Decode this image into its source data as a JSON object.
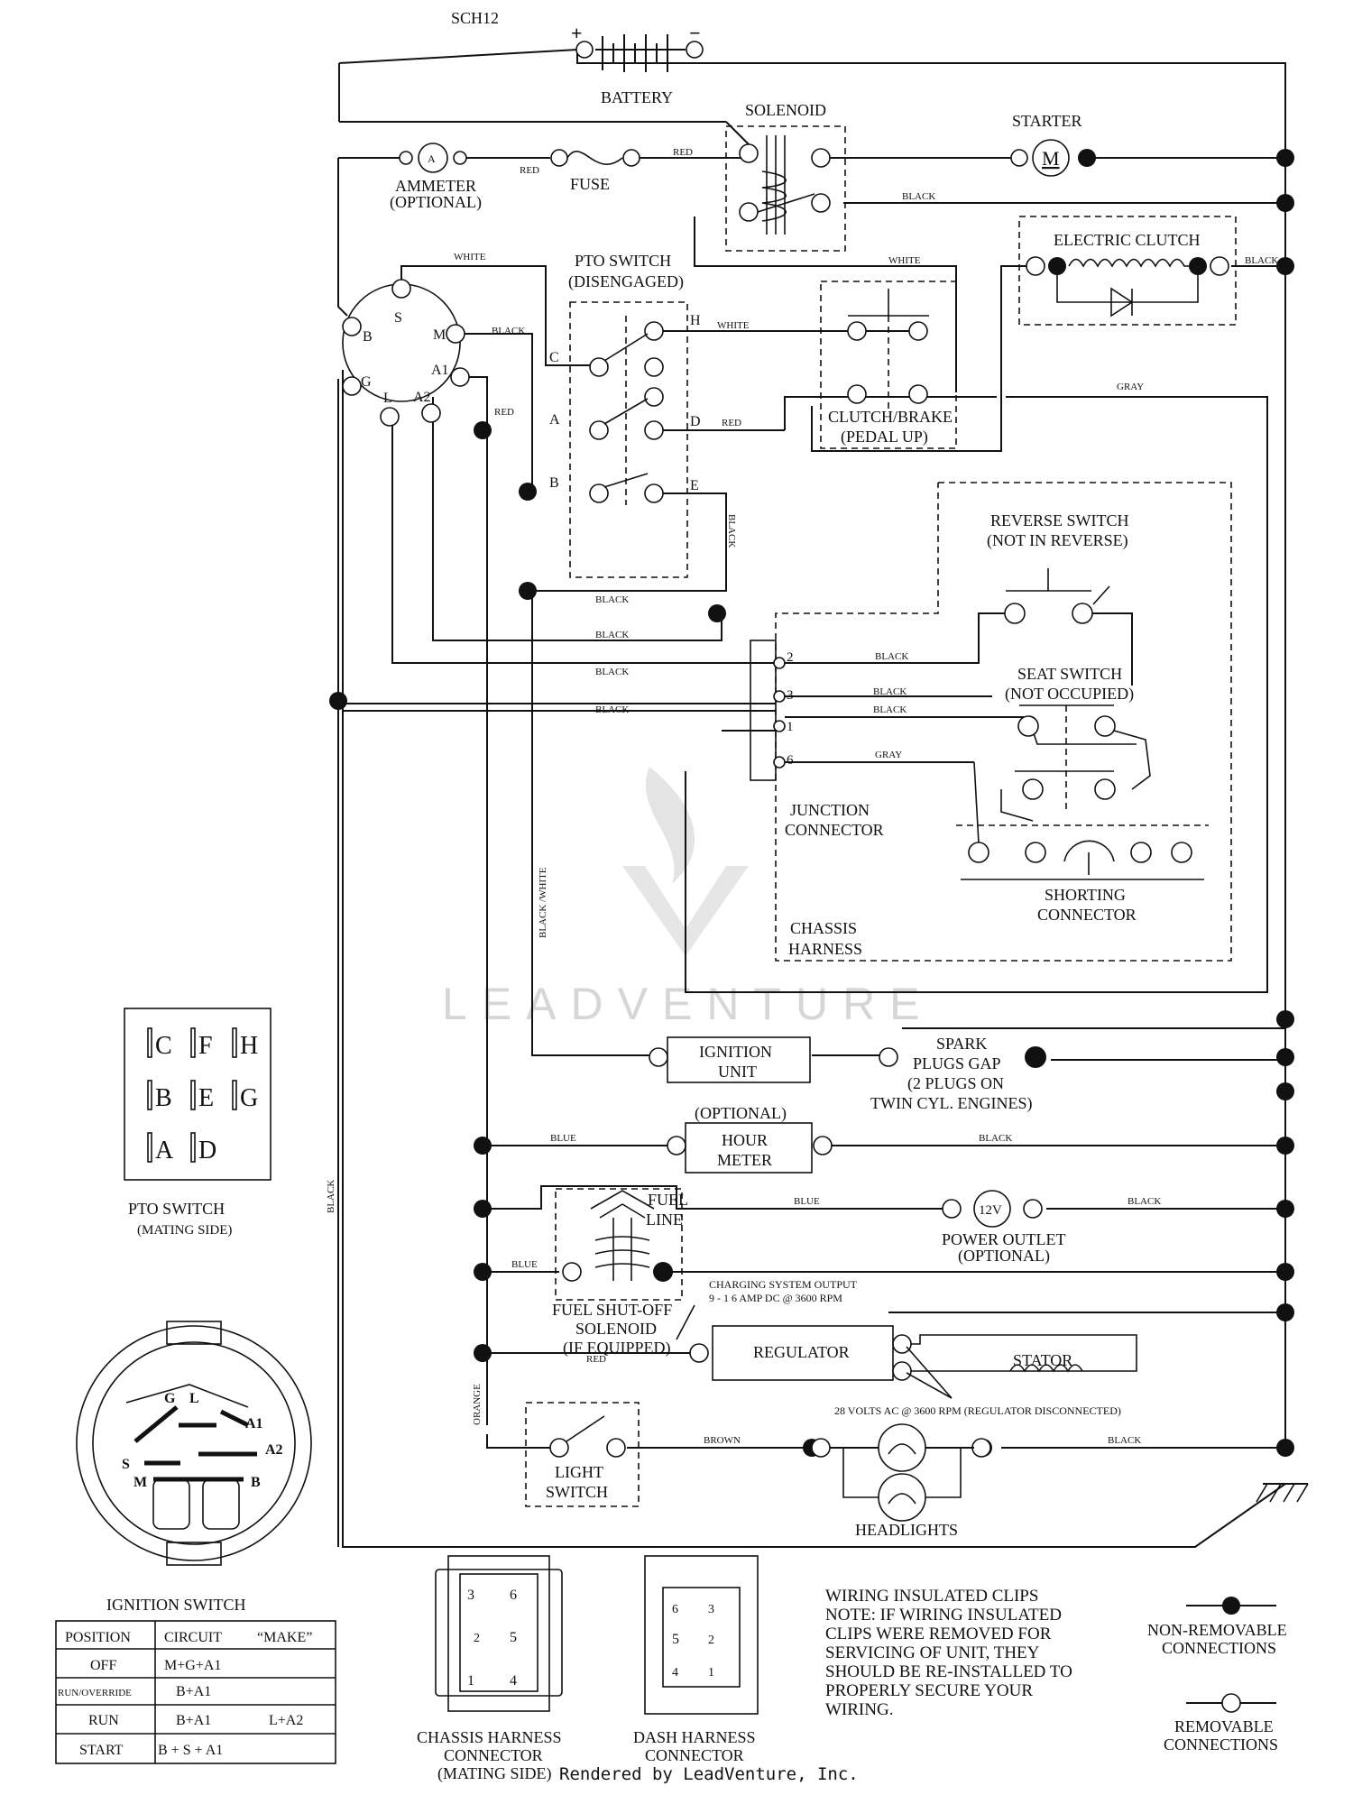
{
  "header": {
    "model": "SCH12"
  },
  "components": {
    "battery": "BATTERY",
    "battery_plus": "+",
    "battery_minus": "−",
    "solenoid": "SOLENOID",
    "starter": "STARTER",
    "starter_symbol": "M",
    "ammeter_letter": "A",
    "ammeter_1": "AMMETER",
    "ammeter_2": "(OPTIONAL)",
    "fuse": "FUSE",
    "pto_switch_1": "PTO SWITCH",
    "pto_switch_2": "(DISENGAGED)",
    "electric_clutch": "ELECTRIC CLUTCH",
    "clutch_brake_1": "CLUTCH/BRAKE",
    "clutch_brake_2": "(PEDAL UP)",
    "reverse_switch_1": "REVERSE SWITCH",
    "reverse_switch_2": "(NOT IN REVERSE)",
    "seat_switch_1": "SEAT SWITCH",
    "seat_switch_2": "(NOT OCCUPIED)",
    "junction_1": "JUNCTION",
    "junction_2": "CONNECTOR",
    "shorting_1": "SHORTING",
    "shorting_2": "CONNECTOR",
    "chassis_harness_1": "CHASSIS",
    "chassis_harness_2": "HARNESS",
    "ignition_unit_1": "IGNITION",
    "ignition_unit_2": "UNIT",
    "spark_1": "SPARK",
    "spark_2": "PLUGS GAP",
    "spark_3": "(2 PLUGS ON",
    "spark_4": "TWIN CYL. ENGINES)",
    "hour_meter_opt": "(OPTIONAL)",
    "hour_meter_1": "HOUR",
    "hour_meter_2": "METER",
    "fuel_line_1": "FUEL",
    "fuel_line_2": "LINE",
    "power_outlet_symbol": "12V",
    "power_outlet_1": "POWER OUTLET",
    "power_outlet_2": "(OPTIONAL)",
    "fuel_solenoid_1": "FUEL SHUT-OFF",
    "fuel_solenoid_2": "SOLENOID",
    "fuel_solenoid_3": "(IF EQUIPPED)",
    "charging_1": "CHARGING SYSTEM OUTPUT",
    "charging_2": "9 - 1 6 AMP DC @ 3600 RPM",
    "regulator": "REGULATOR",
    "stator": "STATOR",
    "ac_note": "28 VOLTS AC @ 3600 RPM (REGULATOR DISCONNECTED)",
    "light_switch_1": "LIGHT",
    "light_switch_2": "SWITCH",
    "headlights": "HEADLIGHTS"
  },
  "ignition_terminals": [
    "S",
    "B",
    "M",
    "A1",
    "G",
    "L",
    "A2"
  ],
  "pto_terminals": [
    "C",
    "H",
    "A",
    "D",
    "B",
    "E"
  ],
  "junction_pins": [
    "2",
    "3",
    "1",
    "6"
  ],
  "wire_labels": {
    "red": "RED",
    "black": "BLACK",
    "white": "WHITE",
    "gray": "GRAY",
    "blue": "BLUE",
    "orange": "ORANGE",
    "brown": "BROWN",
    "black_white": "BLACK /WHITE"
  },
  "pto_mating": {
    "grid": [
      [
        "C",
        "F",
        "H"
      ],
      [
        "B",
        "E",
        "G"
      ],
      [
        "A",
        "D"
      ]
    ],
    "title": "PTO SWITCH",
    "subtitle": "(MATING SIDE)"
  },
  "ignition_switch": {
    "title": "IGNITION SWITCH",
    "letters": [
      "G",
      "L",
      "A1",
      "A2",
      "S",
      "M",
      "B"
    ],
    "table_headers": [
      "POSITION",
      "CIRCUIT",
      "“MAKE”"
    ],
    "rows": [
      {
        "position": "OFF",
        "circuit": "M+G+A1",
        "extra": ""
      },
      {
        "position": "RUN/OVERRIDE",
        "circuit": "B+A1",
        "extra": ""
      },
      {
        "position": "RUN",
        "circuit": "B+A1",
        "extra": "L+A2"
      },
      {
        "position": "START",
        "circuit": "B + S + A1",
        "extra": ""
      }
    ]
  },
  "connectors": {
    "chassis_pins": [
      "3",
      "6",
      "2",
      "5",
      "1",
      "4"
    ],
    "chassis_1": "CHASSIS HARNESS",
    "chassis_2": "CONNECTOR",
    "chassis_3": "(MATING SIDE)",
    "dash_pins": [
      "6",
      "3",
      "5",
      "2",
      "4",
      "1"
    ],
    "dash_1": "DASH HARNESS",
    "dash_2": "CONNECTOR"
  },
  "notes": {
    "lines": [
      "WIRING INSULATED CLIPS",
      "NOTE:  IF WIRING INSULATED",
      "CLIPS WERE REMOVED FOR",
      "SERVICING OF UNIT, THEY",
      "SHOULD BE RE-INSTALLED TO",
      "PROPERLY SECURE YOUR",
      "WIRING."
    ]
  },
  "legend": {
    "non_removable_1": "NON-REMOVABLE",
    "non_removable_2": "CONNECTIONS",
    "removable_1": "REMOVABLE",
    "removable_2": "CONNECTIONS"
  },
  "watermark": "LEADVENTURE",
  "footer": "Rendered by LeadVenture, Inc."
}
